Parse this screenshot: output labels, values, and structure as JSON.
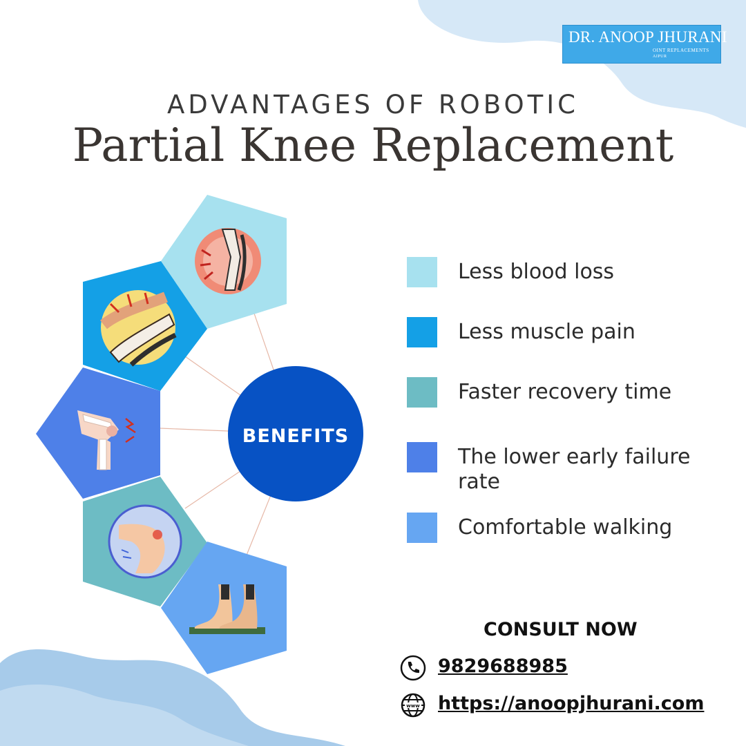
{
  "logo": {
    "name": "DR. ANOOP JHURANI",
    "tagline": "OINT REPLACEMENTS",
    "city": "AIPUR"
  },
  "heading": {
    "subtitle": "ADVANTAGES OF ROBOTIC",
    "title": "Partial Knee Replacement"
  },
  "center_label": "BENEFITS",
  "colors": {
    "light_cyan": "#a7e1ef",
    "blue": "#14a0e6",
    "teal": "#6dbcc4",
    "royal": "#4e80e8",
    "sky": "#66a6f2",
    "center": "#0752c4",
    "decor": "#a7cbea"
  },
  "benefits": [
    {
      "label": "Less blood loss",
      "color": "#a7e1ef"
    },
    {
      "label": "Less muscle pain",
      "color": "#14a0e6"
    },
    {
      "label": "Faster recovery time",
      "color": "#6dbcc4"
    },
    {
      "label": "The lower early failure rate",
      "color": "#4e80e8"
    },
    {
      "label": "Comfortable walking",
      "color": "#66a6f2"
    }
  ],
  "icons": [
    "knee-xray-pain-icon",
    "bone-inflammation-icon",
    "knee-joint-pain-icon",
    "knee-swelling-icon",
    "feet-walking-icon"
  ],
  "contact": {
    "heading": "CONSULT NOW",
    "phone": "9829688985",
    "website": "https://anoopjhurani.com",
    "phone_icon": "phone-icon",
    "web_icon": "globe-icon"
  }
}
